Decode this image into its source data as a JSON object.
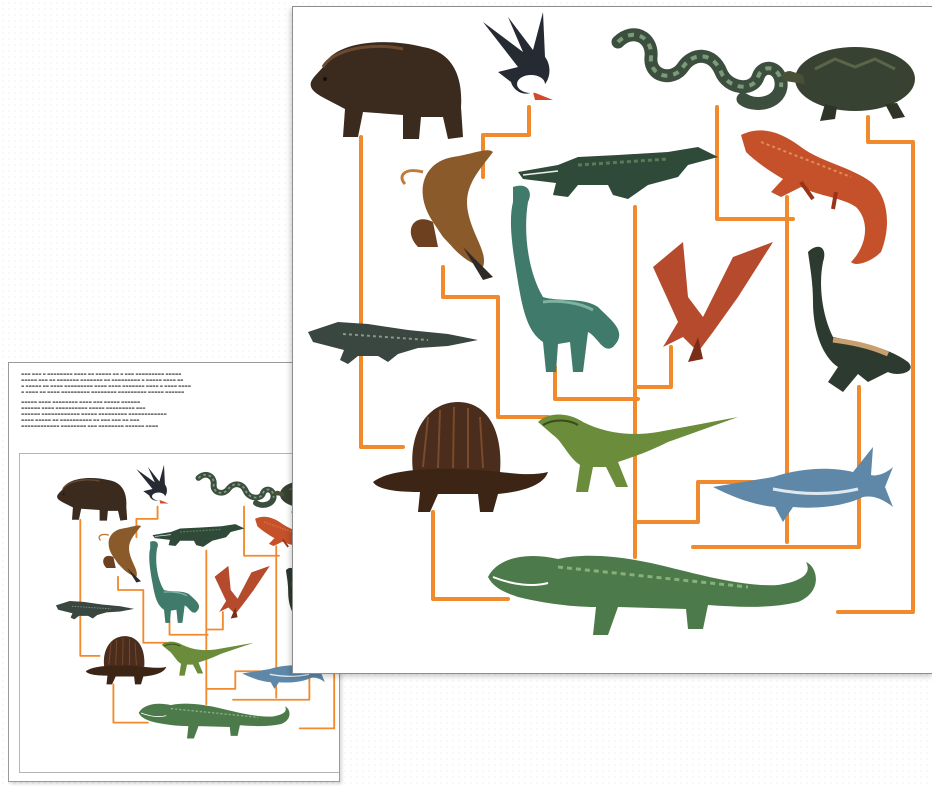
{
  "colors": {
    "branch": "#f08a2c",
    "branch_light": "#f6b37a",
    "paper": "#ffffff",
    "bear": "#3b2a1e",
    "bird": "#262b33",
    "snake": "#3c4f3f",
    "turtle": "#384232",
    "archaeopteryx": "#8a5a2b",
    "crocodile": "#2f4a38",
    "lizard": "#c4512a",
    "brontosaurus": "#3f7a6a",
    "pterosaur": "#b54a2c",
    "plesiosaur": "#2d3a30",
    "reptile": "#3a4640",
    "dimetrodon": "#4a2d1c",
    "dinosaur": "#6b8c3a",
    "ichthyosaur": "#5f88a8",
    "ancestor": "#4d7a4a"
  },
  "animals": [
    {
      "id": "bear",
      "icon": "bear-icon"
    },
    {
      "id": "eagle",
      "icon": "eagle-icon"
    },
    {
      "id": "snake",
      "icon": "snake-icon"
    },
    {
      "id": "turtle",
      "icon": "turtle-icon"
    },
    {
      "id": "archaeopteryx",
      "icon": "archaeopteryx-icon"
    },
    {
      "id": "crocodile",
      "icon": "crocodile-icon"
    },
    {
      "id": "lizard",
      "icon": "lizard-icon"
    },
    {
      "id": "brontosaurus",
      "icon": "brontosaurus-icon"
    },
    {
      "id": "pterosaur",
      "icon": "pterosaur-icon"
    },
    {
      "id": "plesiosaur",
      "icon": "plesiosaur-icon"
    },
    {
      "id": "early-reptile",
      "icon": "early-reptile-icon"
    },
    {
      "id": "dimetrodon",
      "icon": "dimetrodon-icon"
    },
    {
      "id": "theropod",
      "icon": "theropod-icon"
    },
    {
      "id": "ichthyosaur",
      "icon": "ichthyosaur-icon"
    },
    {
      "id": "ancestor",
      "icon": "ancestor-reptile-icon"
    }
  ]
}
